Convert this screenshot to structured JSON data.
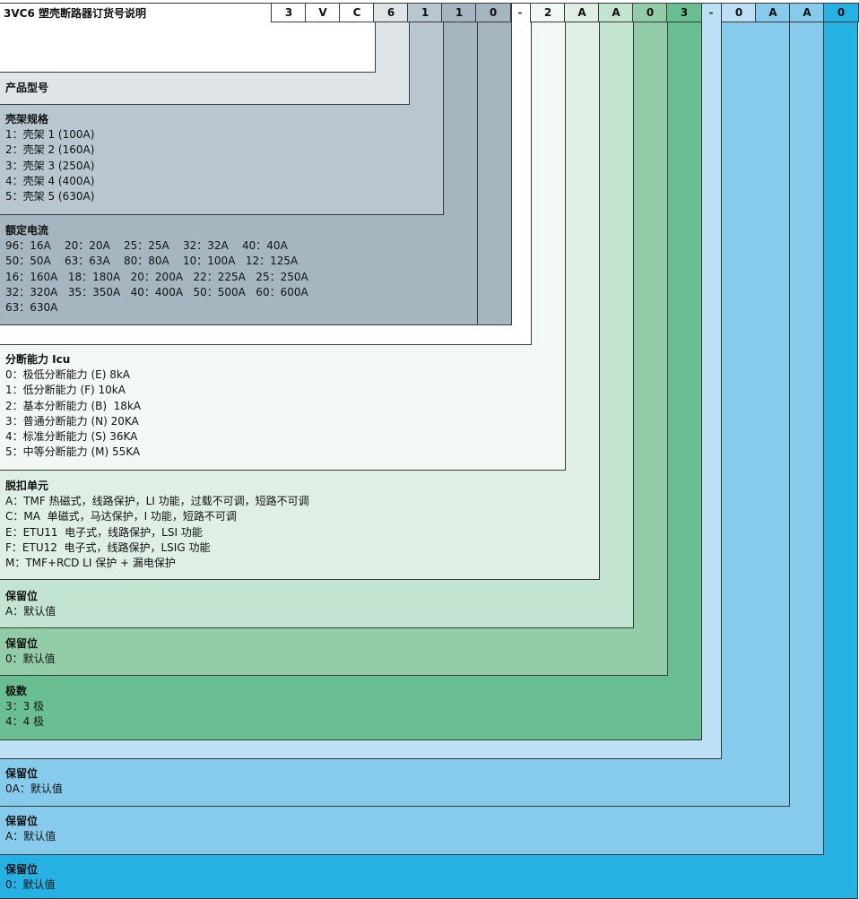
{
  "title": "3VC6 塑壳断路器订货号说明",
  "code_digits": [
    "3",
    "V",
    "C",
    "6",
    "1",
    "1",
    "0",
    "2",
    "A",
    "A",
    "0",
    "3",
    "0",
    "A",
    "A",
    "0"
  ],
  "separator": "-",
  "sections": [
    {
      "id": "product-type",
      "title": "产品型号",
      "lines": []
    },
    {
      "id": "frame-size",
      "title": "壳架规格",
      "lines": [
        "1：壳架 1 (100A)",
        "2：壳架 2 (160A)",
        "3：壳架 3 (250A)",
        "4：壳架 4 (400A)",
        "5：壳架 5 (630A)"
      ]
    },
    {
      "id": "rated-current",
      "title": "额定电流",
      "lines": [
        "96：16A    20：20A    25：25A    32：32A    40：40A",
        "50：50A    63：63A    80：80A    10：100A   12：125A",
        "16：160A   18：180A   20：200A   22：225A   25：250A",
        "32：320A   35：350A   40：400A   50：500A   60：600A",
        "63：630A"
      ]
    },
    {
      "id": "breaking-capacity",
      "title": "分断能力 Icu",
      "lines": [
        "0：极低分断能力 (E) 8kA",
        "1：低分断能力 (F) 10kA",
        "2：基本分断能力 (B)  18kA",
        "3：普通分断能力 (N) 20KA",
        "4：标准分断能力 (S) 36KA",
        "5：中等分断能力 (M) 55KA"
      ]
    },
    {
      "id": "trip-unit",
      "title": "脱扣单元",
      "lines": [
        "A：TMF 热磁式，线路保护，LI 功能，过载不可调，短路不可调",
        "C：MA  单磁式，马达保护，I 功能，短路不可调",
        "E：ETU11  电子式，线路保护，LSI 功能",
        "F：ETU12  电子式，线路保护，LSIG 功能",
        "M：TMF+RCD LI 保护 + 漏电保护"
      ]
    },
    {
      "id": "reserved-1",
      "title": "保留位",
      "lines": [
        "A：默认值"
      ]
    },
    {
      "id": "reserved-2",
      "title": "保留位",
      "lines": [
        "0：默认值"
      ]
    },
    {
      "id": "poles",
      "title": "极数",
      "lines": [
        "3：3 极",
        "4：4 极"
      ]
    },
    {
      "id": "reserved-3",
      "title": "保留位",
      "lines": [
        "0A：默认值"
      ]
    },
    {
      "id": "reserved-4",
      "title": "保留位",
      "lines": [
        "A：默认值"
      ]
    },
    {
      "id": "reserved-5",
      "title": "保留位",
      "lines": [
        "0：默认值"
      ]
    }
  ],
  "colors": {
    "digit_3": "#ffffff",
    "digit_V": "#ffffff",
    "digit_C": "#ffffff",
    "digit_6": "#dfe4e8",
    "digit_1a": "#b8c6cf",
    "digit_1b": "#a6b6c1",
    "digit_0a": "#a6b6c1",
    "digit_2": "#f2f8f4",
    "digit_Aa": "#e0efe6",
    "digit_Ab": "#c4e4d2",
    "digit_0b": "#92cda8",
    "digit_3b": "#6abf92",
    "digit_0c": "#bde0f4",
    "digit_Ac": "#86cbec",
    "digit_Ad": "#86cbec",
    "digit_0d": "#25b2e2"
  }
}
